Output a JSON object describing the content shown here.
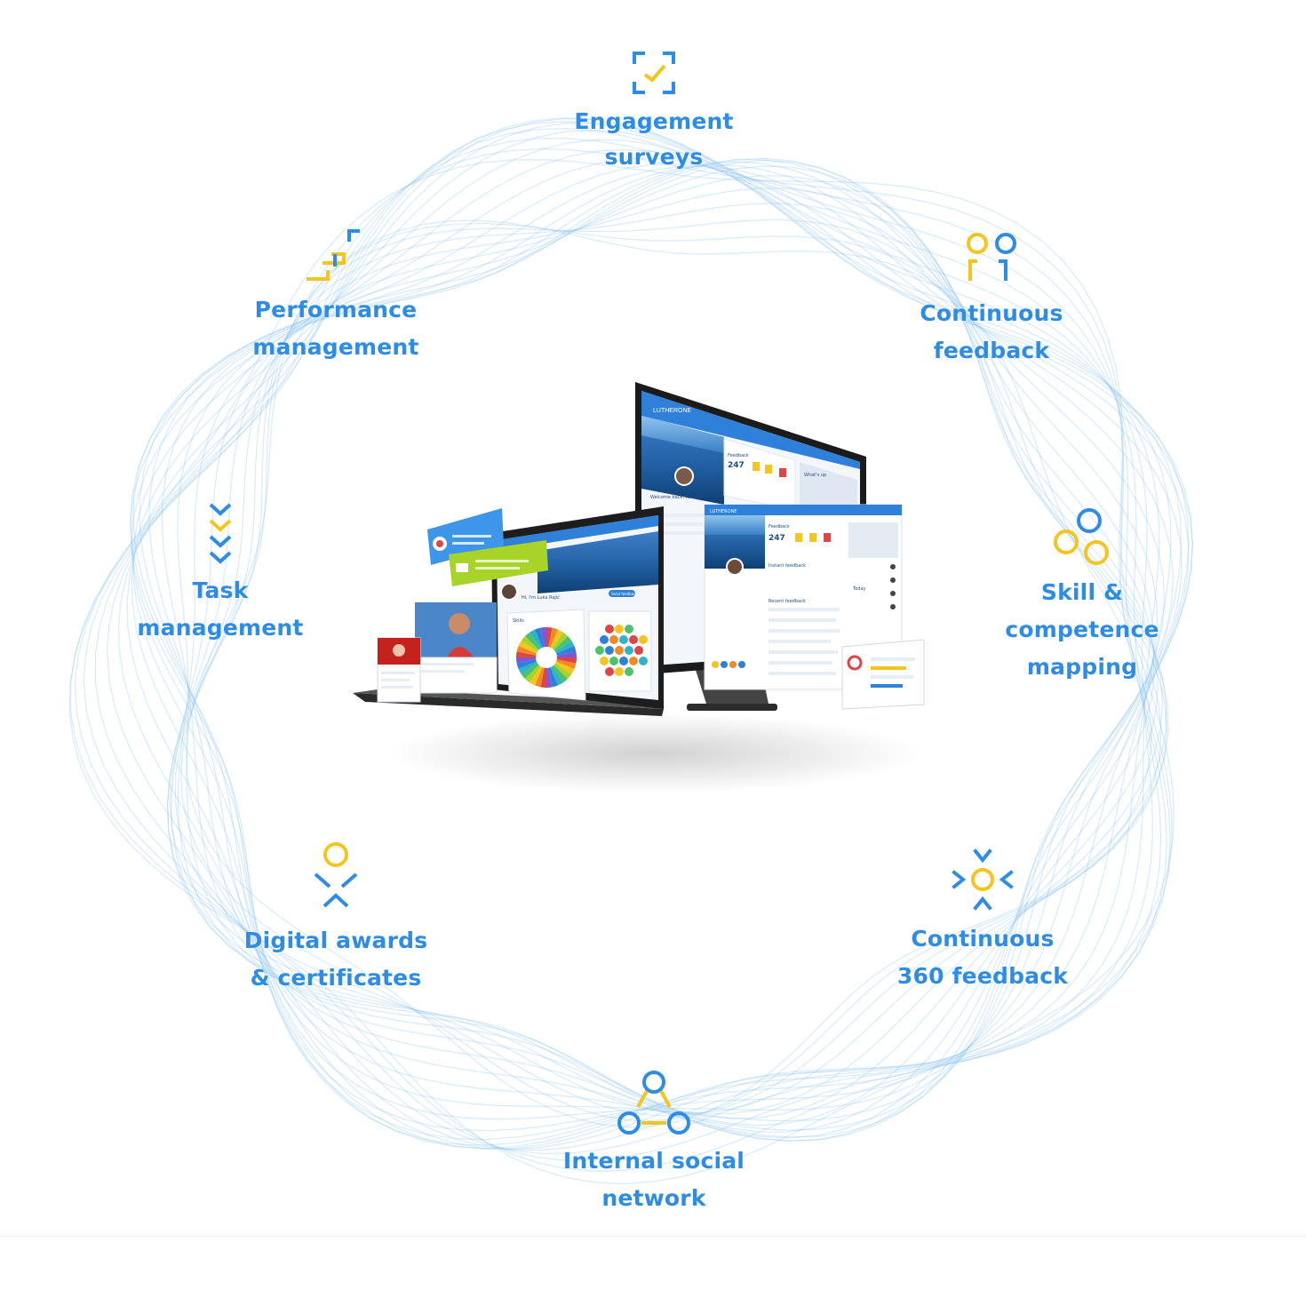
{
  "features": [
    {
      "id": "engagement",
      "label_lines": [
        "Engagement",
        "surveys"
      ],
      "icon": "survey-checkbox-icon"
    },
    {
      "id": "continuous-feedback",
      "label_lines": [
        "Continuous",
        "feedback"
      ],
      "icon": "two-people-icon"
    },
    {
      "id": "skill",
      "label_lines": [
        "Skill &",
        "competence",
        "mapping"
      ],
      "icon": "three-circles-icon"
    },
    {
      "id": "feedback-360",
      "label_lines": [
        "Continuous",
        "360 feedback"
      ],
      "icon": "sunburst-icon"
    },
    {
      "id": "social",
      "label_lines": [
        "Internal social",
        "network"
      ],
      "icon": "network-triangle-icon"
    },
    {
      "id": "awards",
      "label_lines": [
        "Digital awards",
        "& certificates"
      ],
      "icon": "award-star-icon"
    },
    {
      "id": "task",
      "label_lines": [
        "Task",
        "management"
      ],
      "icon": "chevron-stack-icon"
    },
    {
      "id": "performance",
      "label_lines": [
        "Performance",
        "management"
      ],
      "icon": "performance-steps-icon"
    }
  ],
  "devices": {
    "brand": "LUTHERONE",
    "monitor": {
      "welcome": "Welcome back, Rosana!",
      "feedback_title": "Feedback",
      "feedback_count": "247",
      "instant_feedback": "Instant feedback",
      "recent_feedback": "Recent feedback",
      "whats_up": "What's up",
      "today": "Today"
    },
    "laptop": {
      "profile_name": "Hi, I'm Luka Rajić",
      "section": "Skills",
      "button": "Send feedback"
    }
  },
  "colors": {
    "primary_blue": "#2d8ce6",
    "accent_yellow": "#f5c51f",
    "ring_blue": "#8cc4f4"
  }
}
